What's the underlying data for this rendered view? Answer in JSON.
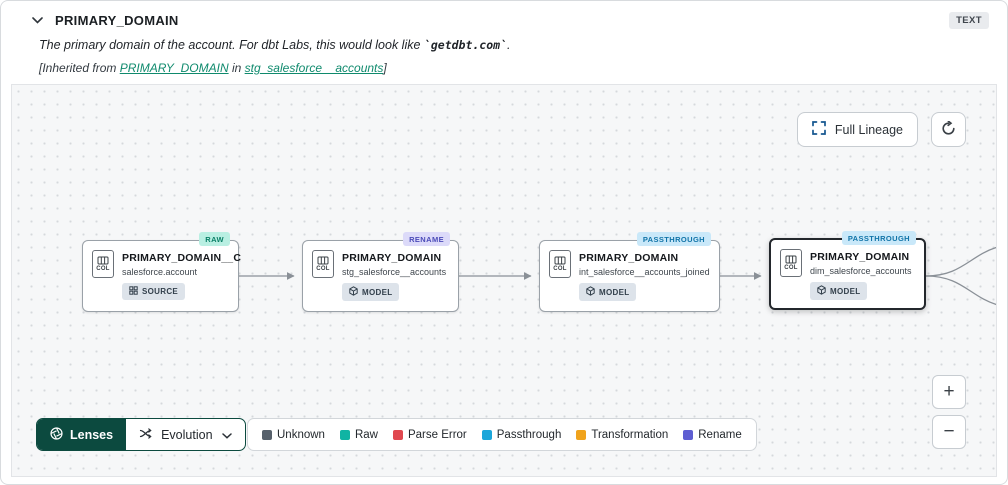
{
  "colors": {
    "link": "#0f8a6d",
    "lenses_bg": "#0c4a3f",
    "raw_bg": "#b9efe2",
    "raw_text": "#0a7f66",
    "rename_bg": "#dcdaf9",
    "rename_text": "#4a4ab8",
    "pass_bg": "#c9e8f9",
    "pass_text": "#1174a8"
  },
  "header": {
    "title": "PRIMARY_DOMAIN",
    "type_badge": "TEXT",
    "description_prefix": "The primary domain of the account. For dbt Labs, this would look like ",
    "description_code": "`getdbt.com`",
    "description_suffix": ".",
    "inherited_prefix": "[Inherited from ",
    "inherited_link_column": "PRIMARY_DOMAIN",
    "inherited_middle": " in ",
    "inherited_link_model": "stg_salesforce__accounts",
    "inherited_suffix": "]"
  },
  "toolbar": {
    "full_lineage_label": "Full Lineage"
  },
  "zoom": {
    "in_glyph": "+",
    "out_glyph": "−"
  },
  "nodes": [
    {
      "badge": "RAW",
      "title": "PRIMARY_DOMAIN__C",
      "subtitle": "salesforce.account",
      "kind": "SOURCE",
      "col_label": "COL"
    },
    {
      "badge": "RENAME",
      "title": "PRIMARY_DOMAIN",
      "subtitle": "stg_salesforce__accounts",
      "kind": "MODEL",
      "col_label": "COL"
    },
    {
      "badge": "PASSTHROUGH",
      "title": "PRIMARY_DOMAIN",
      "subtitle": "int_salesforce__accounts_joined",
      "kind": "MODEL",
      "col_label": "COL"
    },
    {
      "badge": "PASSTHROUGH",
      "title": "PRIMARY_DOMAIN",
      "subtitle": "dim_salesforce_accounts",
      "kind": "MODEL",
      "col_label": "COL"
    }
  ],
  "lenses": {
    "label": "Lenses",
    "selected": "Evolution"
  },
  "legend": [
    {
      "label": "Unknown",
      "color": "#56606b"
    },
    {
      "label": "Raw",
      "color": "#10b4a3"
    },
    {
      "label": "Parse Error",
      "color": "#e0484f"
    },
    {
      "label": "Passthrough",
      "color": "#1ba6da"
    },
    {
      "label": "Transformation",
      "color": "#f0a31c"
    },
    {
      "label": "Rename",
      "color": "#5e5ed2"
    }
  ]
}
